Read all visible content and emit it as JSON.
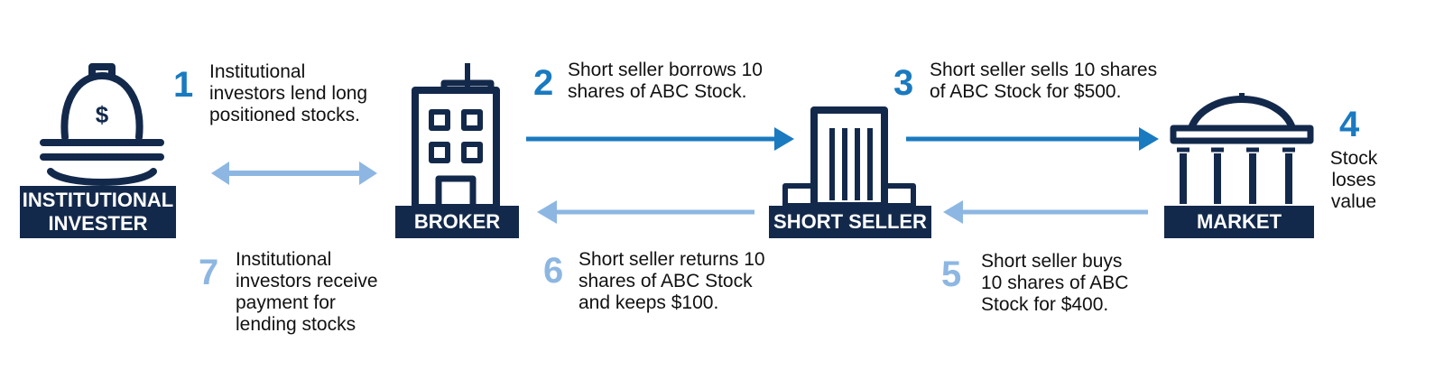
{
  "nodes": {
    "investor": {
      "label_lines": [
        "INSTITUTIONAL",
        "INVESTER"
      ],
      "icon": "nest-egg-icon"
    },
    "broker": {
      "label": "BROKER",
      "icon": "office-building-icon"
    },
    "short_seller": {
      "label": "SHORT SELLER",
      "icon": "building-icon"
    },
    "market": {
      "label": "MARKET",
      "icon": "domed-exchange-icon"
    }
  },
  "steps": [
    {
      "number": "1",
      "lines": [
        "Institutional",
        "investors lend long",
        "positioned stocks."
      ]
    },
    {
      "number": "2",
      "lines": [
        "Short seller borrows 10",
        "shares of ABC Stock."
      ]
    },
    {
      "number": "3",
      "lines": [
        "Short seller sells 10 shares",
        "of ABC Stock for $500."
      ]
    },
    {
      "number": "4",
      "lines": [
        "Stock",
        "loses",
        "value"
      ]
    },
    {
      "number": "5",
      "lines": [
        "Short seller buys",
        "10 shares of ABC",
        "Stock for $400."
      ]
    },
    {
      "number": "6",
      "lines": [
        "Short seller returns 10",
        "shares of ABC Stock",
        "and keeps $100."
      ]
    },
    {
      "number": "7",
      "lines": [
        "Institutional",
        "investors receive",
        "payment for",
        "lending stocks"
      ]
    }
  ],
  "colors": {
    "navy": "#13294b",
    "dark_blue": "#1a7ac0",
    "light_blue": "#8db7e2"
  }
}
